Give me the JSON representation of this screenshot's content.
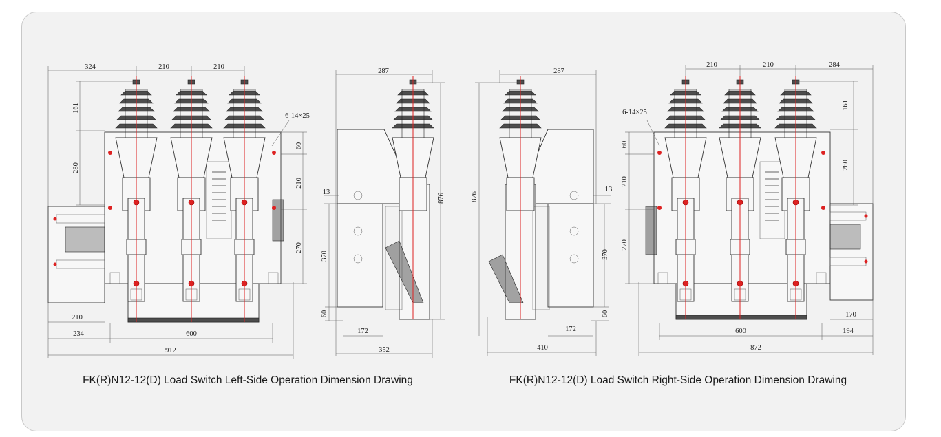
{
  "captions": {
    "left": "FK(R)N12-12(D) Load Switch Left-Side Operation Dimension Drawing",
    "right": "FK(R)N12-12(D) Load Switch Right-Side Operation Dimension Drawing"
  },
  "left_front": {
    "top": [
      "324",
      "210",
      "210"
    ],
    "hole": "6-14×25",
    "left": [
      "161",
      "280"
    ],
    "right": [
      "60",
      "210",
      "270"
    ],
    "bottom": [
      "210",
      "234",
      "600",
      "912"
    ]
  },
  "left_side": {
    "top": "287",
    "left": [
      "13",
      "370",
      "60"
    ],
    "right": "876",
    "bottom": [
      "172",
      "352"
    ]
  },
  "right_side": {
    "top": "287",
    "left": "876",
    "right": [
      "13",
      "370",
      "60"
    ],
    "bottom": [
      "172",
      "410"
    ]
  },
  "right_front": {
    "top": [
      "210",
      "210",
      "284"
    ],
    "hole": "6-14×25",
    "right": [
      "161",
      "280"
    ],
    "left": [
      "60",
      "210",
      "270"
    ],
    "bottom": [
      "170",
      "600",
      "194",
      "872"
    ]
  }
}
